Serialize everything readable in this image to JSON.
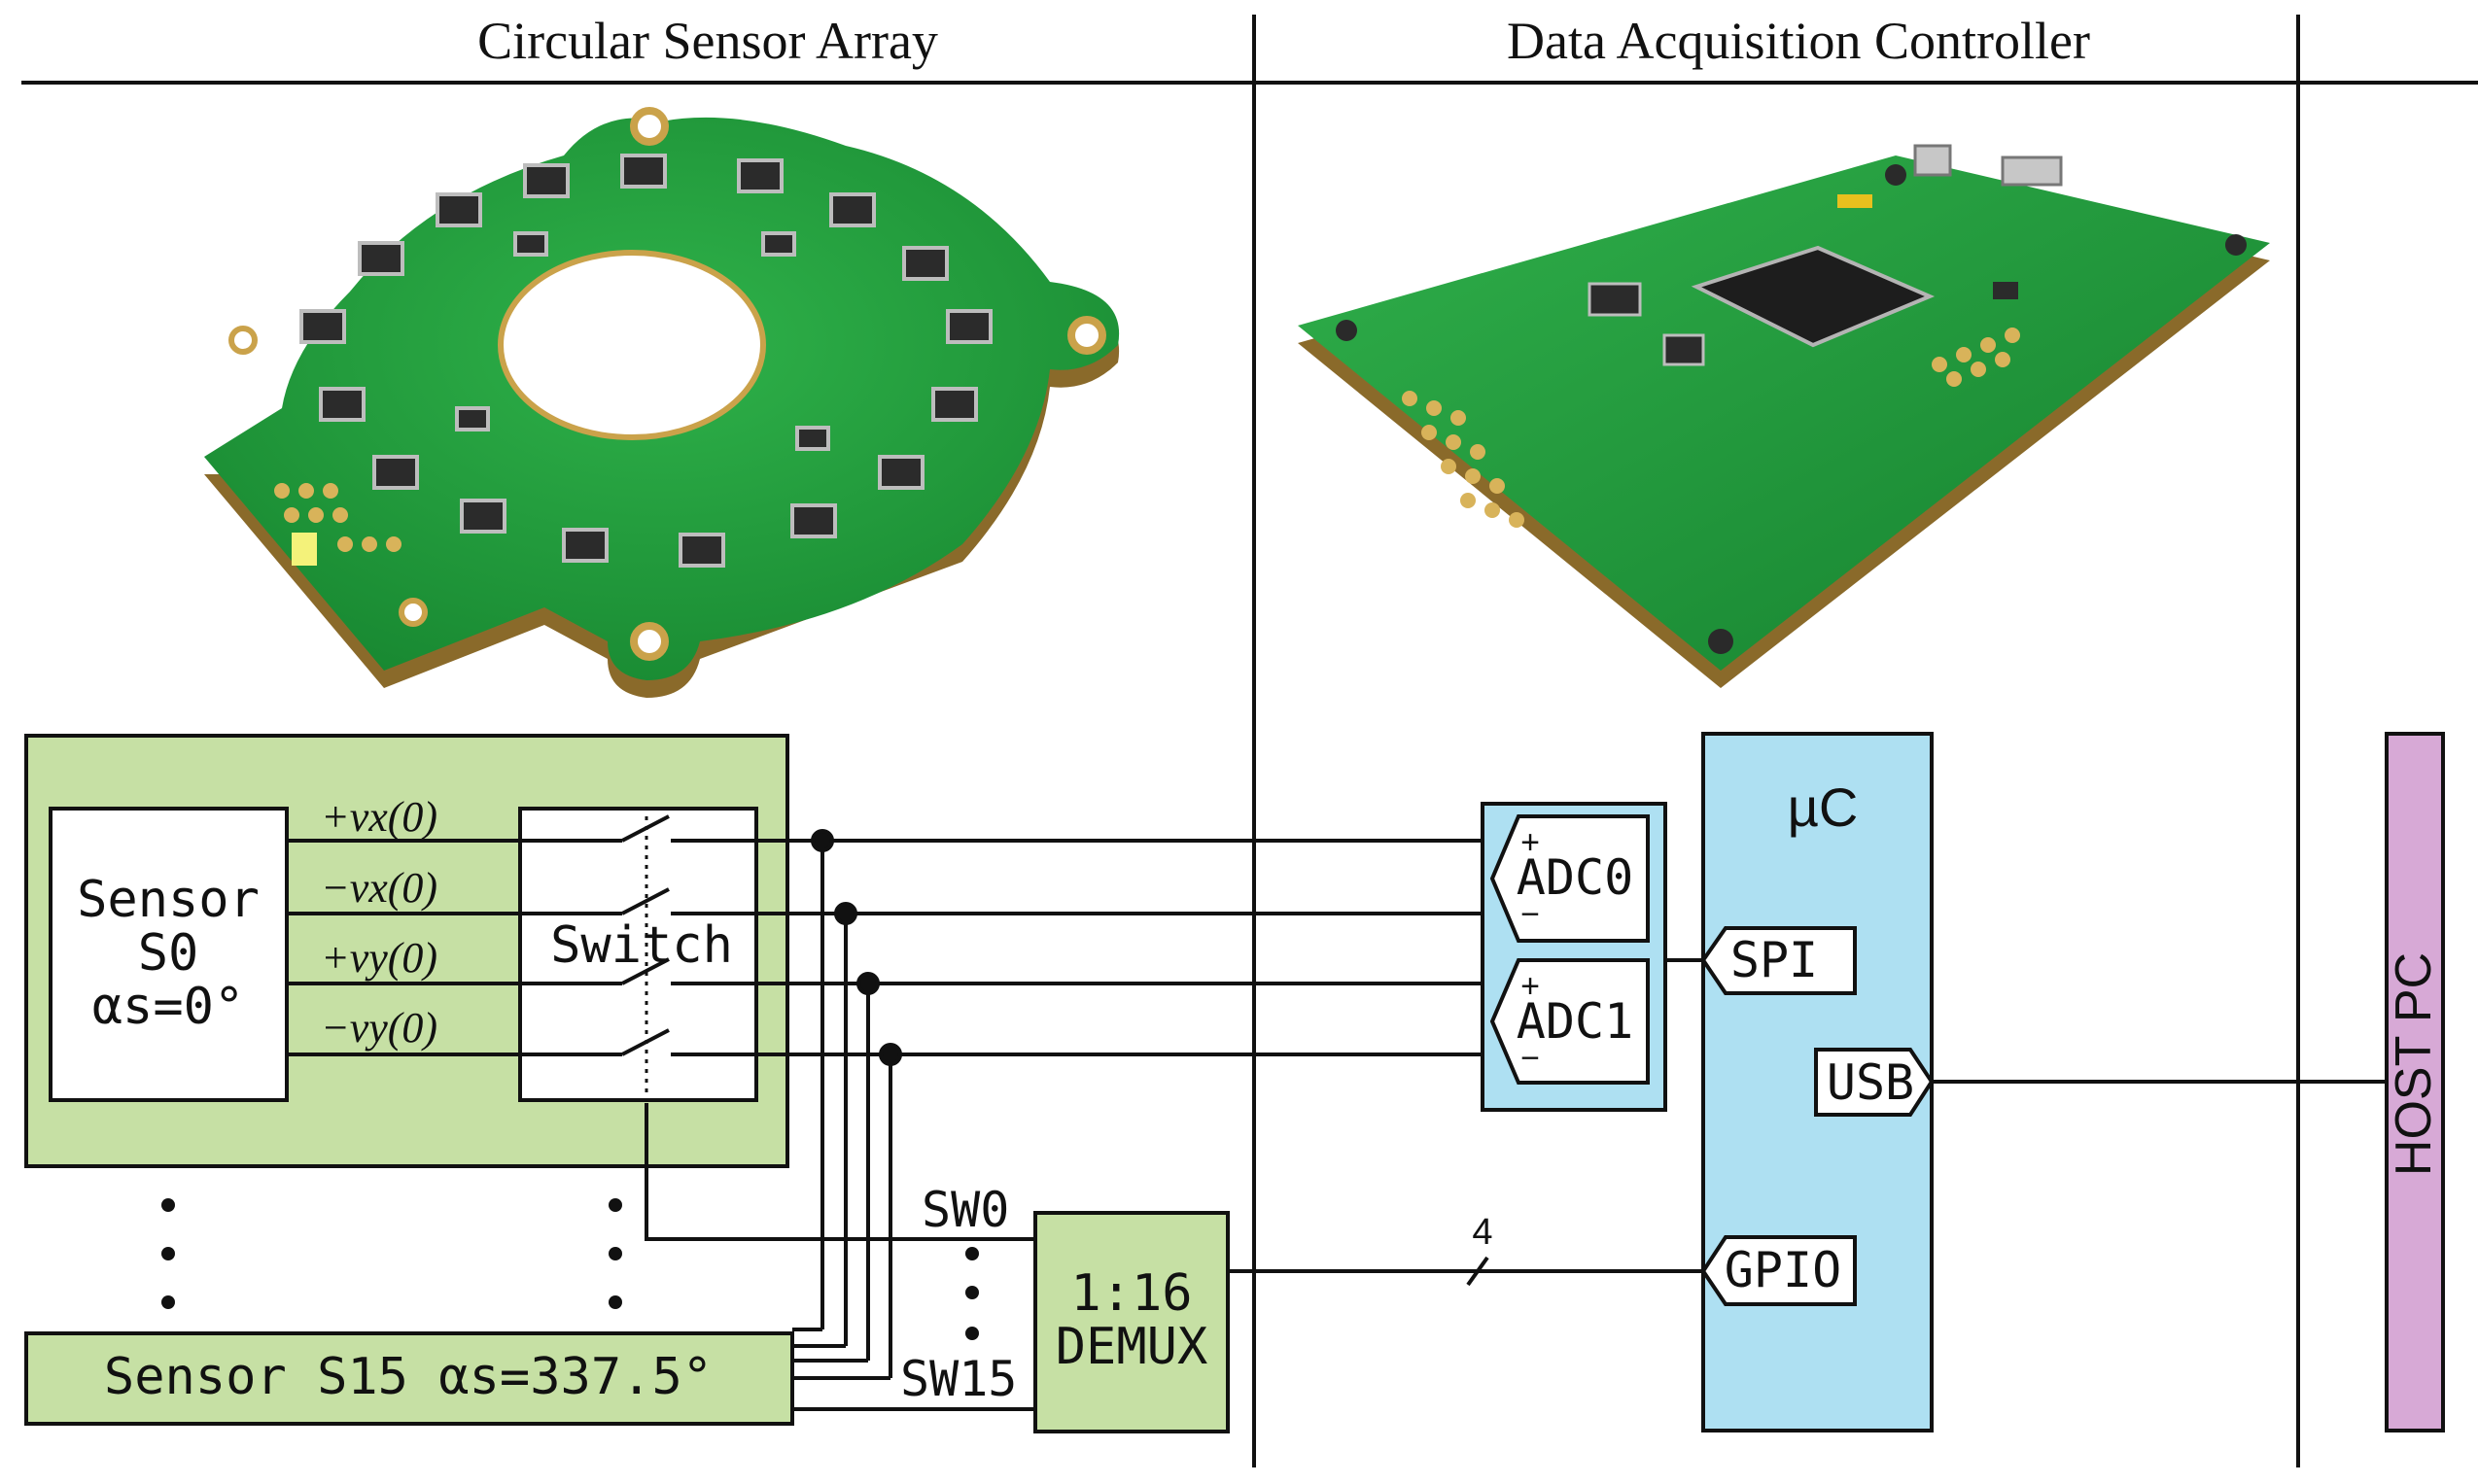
{
  "headers": {
    "left": "Circular Sensor Array",
    "middle": "Data Acquisition Controller"
  },
  "sensor0": {
    "line1": "Sensor",
    "line2": "S0",
    "line3": "αs=0°",
    "switch_label": "Switch",
    "signals": [
      "+vx(0)",
      "−vx(0)",
      "+vy(0)",
      "−vy(0)"
    ]
  },
  "sensor15": {
    "label": "Sensor S15 αs=337.5°"
  },
  "demux": {
    "line1": "1:16",
    "line2": "DEMUX",
    "sw0": "SW0",
    "sw15": "SW15"
  },
  "adc": {
    "adc0": "ADC0",
    "adc1": "ADC1",
    "plus": "+",
    "minus": "−"
  },
  "mcu": {
    "title": "µC",
    "spi": "SPI",
    "usb": "USB",
    "gpio": "GPIO",
    "bus_width": "4"
  },
  "host": {
    "label": "HOST PC"
  },
  "colors": {
    "sensor_box": "#c6e0a4",
    "mcu_box": "#aee0f2",
    "host_box": "#d7a9d6",
    "pcb_green": "#1f9a3a",
    "pcb_edge": "#8a6a2a",
    "chip": "#2b2b2b",
    "line": "#111111"
  },
  "images": {
    "left_pcb": "circular-sensor-array-pcb",
    "right_pcb": "data-acquisition-controller-pcb"
  }
}
